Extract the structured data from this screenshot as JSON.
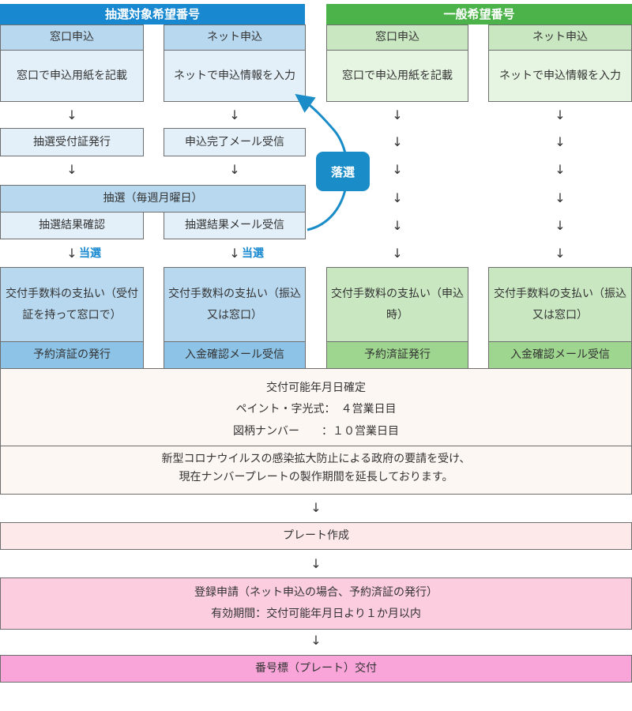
{
  "lottery": {
    "header": "抽選対象希望番号",
    "counter": {
      "sub": "窓口申込",
      "step1": "窓口で申込用紙を記載",
      "step2": "抽選受付証発行",
      "result": "抽選結果確認",
      "win": "当選",
      "payment": "交付手数料の支払い（受付証を持って窓口で）",
      "issue": "予約済証の発行"
    },
    "net": {
      "sub": "ネット申込",
      "step1": "ネットで申込情報を入力",
      "step2": "申込完了メール受信",
      "result": "抽選結果メール受信",
      "win": "当選",
      "payment": "交付手数料の支払い（振込又は窓口）",
      "issue": "入金確認メール受信"
    },
    "draw": "抽選（毎週月曜日）",
    "lose": "落選"
  },
  "general": {
    "header": "一般希望番号",
    "counter": {
      "sub": "窓口申込",
      "step1": "窓口で申込用紙を記載",
      "payment": "交付手数料の支払い（申込時）",
      "issue": "予約済証発行"
    },
    "net": {
      "sub": "ネット申込",
      "step1": "ネットで申込情報を入力",
      "payment": "交付手数料の支払い（振込又は窓口）",
      "issue": "入金確認メール受信"
    }
  },
  "arrow": "↓",
  "delivery": {
    "title": "交付可能年月日確定",
    "paint": "ペイント・字光式：　４営業日目",
    "pattern": "図柄ナンバー　　：１０営業日目",
    "notice1": "新型コロナウイルスの感染拡大防止による政府の要請を受け、",
    "notice2": "現在ナンバープレートの製作期間を延長しております。"
  },
  "plate_make": "プレート作成",
  "registration": {
    "line1": "登録申請（ネット申込の場合、予約済証の発行）",
    "line2": "有効期間：交付可能年月日より１か月以内"
  },
  "final": "番号標（プレート）交付",
  "colors": {
    "blue_header": "#1889d0",
    "green_header": "#4cb34b",
    "lose_badge": "#1a8cc8"
  }
}
